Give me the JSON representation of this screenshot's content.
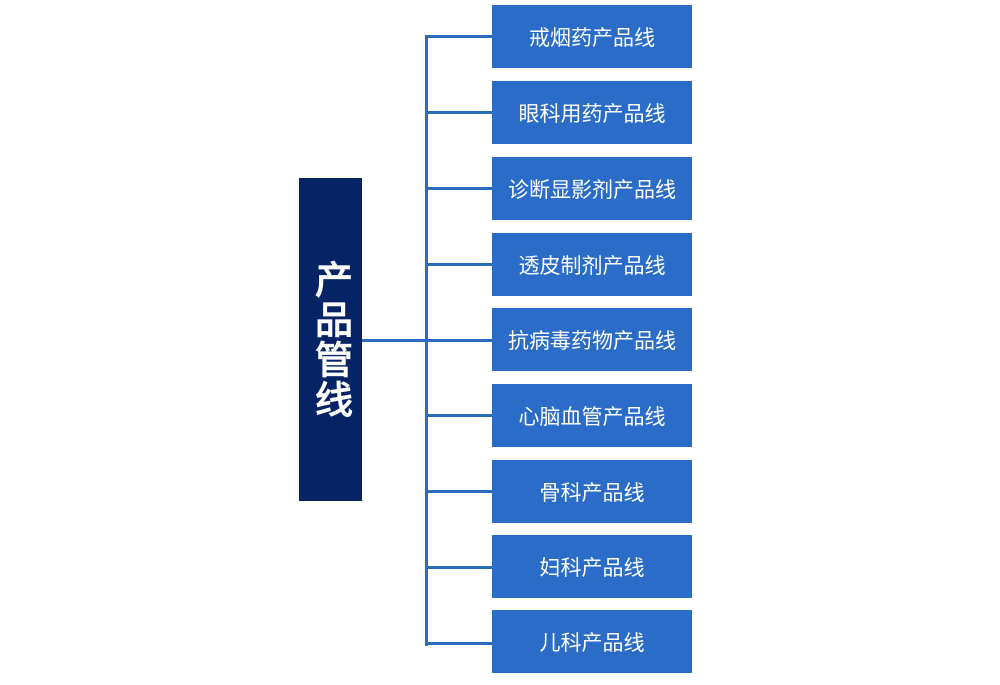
{
  "colors": {
    "root": "#062365",
    "node": "#2a6cc8",
    "connector": "#2a6cbd"
  },
  "diagram": {
    "root": {
      "label": "产品管线"
    },
    "children": [
      {
        "label": "戒烟药产品线"
      },
      {
        "label": "眼科用药产品线"
      },
      {
        "label": "诊断显影剂产品线"
      },
      {
        "label": "透皮制剂产品线"
      },
      {
        "label": "抗病毒药物产品线"
      },
      {
        "label": "心脑血管产品线"
      },
      {
        "label": "骨科产品线"
      },
      {
        "label": "妇科产品线"
      },
      {
        "label": "儿科产品线"
      }
    ]
  }
}
